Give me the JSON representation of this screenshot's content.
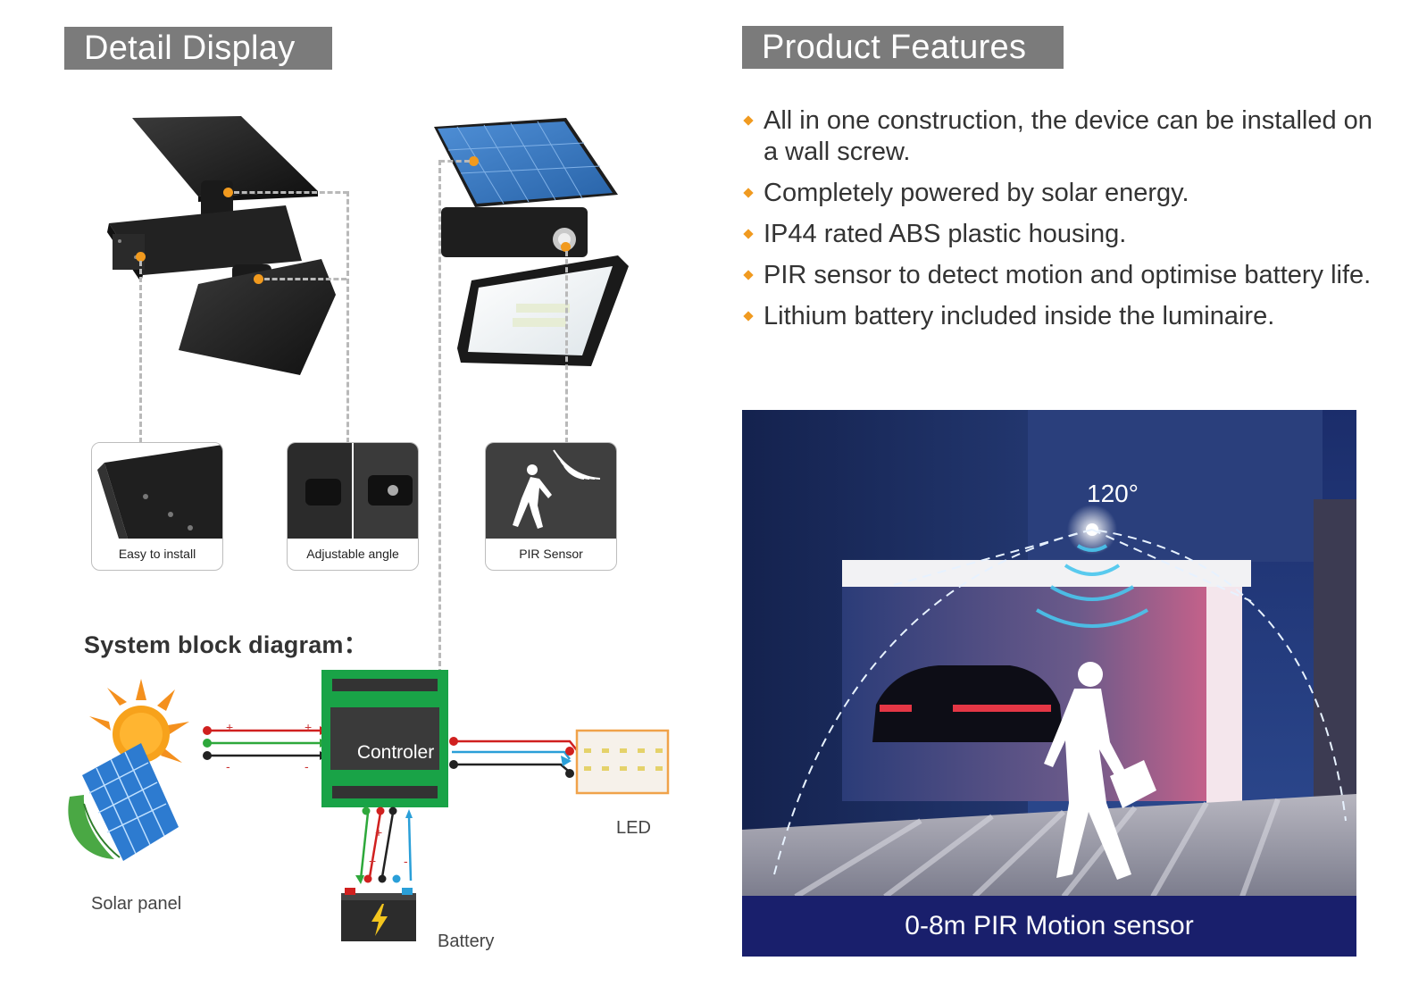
{
  "detail": {
    "title": "Detail Display",
    "thumbs": [
      {
        "caption": "Easy to install"
      },
      {
        "caption": "Adjustable angle"
      },
      {
        "caption": "PIR Sensor"
      }
    ]
  },
  "features": {
    "title": "Product Features",
    "items": [
      "All in one construction, the device can be installed on a wall screw.",
      "Completely powered by solar energy.",
      "IP44 rated ABS plastic housing.",
      "PIR sensor to detect motion and optimise battery life.",
      "Lithium battery included inside the luminaire."
    ],
    "accent": "#f09a20"
  },
  "photo": {
    "angle": "120°",
    "caption": "0-8m PIR Motion sensor"
  },
  "diagram": {
    "title": "System block diagram：",
    "controller": "Controler",
    "solar": "Solar panel",
    "led": "LED",
    "battery": "Battery",
    "plus": "+",
    "minus": "-"
  }
}
